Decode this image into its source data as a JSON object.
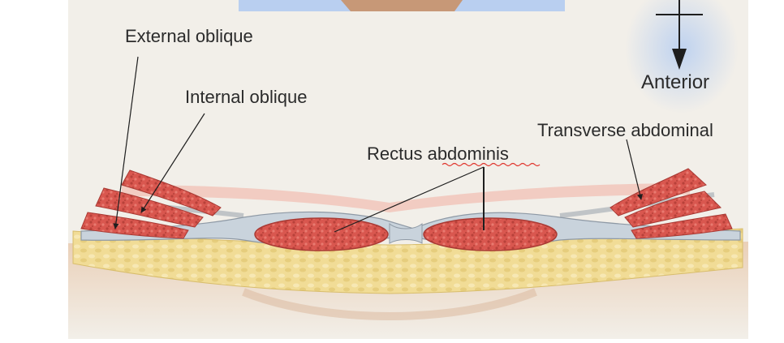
{
  "labels": {
    "external_oblique": "External oblique",
    "internal_oblique": "Internal oblique",
    "rectus_abdominis": "Rectus abdominis",
    "transverse_abdominal": "Transverse abdominal",
    "anterior": "Anterior"
  },
  "colors": {
    "background": "#f2efe9",
    "muscle": "#d9574f",
    "muscle_dark": "#a93a34",
    "fascia": "#c9d3dc",
    "fat": "#f3de9a",
    "skin": "#e9c7b0",
    "orientation_glow": "#b9cff0",
    "text": "#2b2b2b",
    "spellcheck_underline": "#e0322b"
  }
}
